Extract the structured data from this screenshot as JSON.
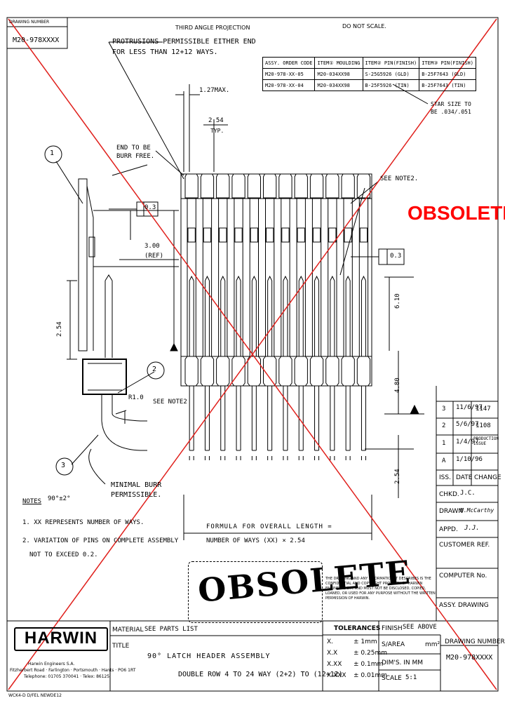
{
  "header": {
    "drawing_number_label": "DRAWING NUMBER",
    "drawing_number_value": "M20-978XXXX",
    "projection": "THIRD ANGLE PROJECTION",
    "do_not_scale": "DO NOT SCALE."
  },
  "callouts": {
    "protrusions": "PROTRUSIONS PERMISSIBLE EITHER END\nFOR LESS THAN 12+12 WAYS.",
    "end_burr_free": "END TO BE\nBURR FREE.",
    "see_note2_top": "SEE NOTE2.",
    "see_note2_side": "SEE NOTE2",
    "minimal_burr": "MINIMAL BURR\nPERMISSIBLE.",
    "star_size": "STAR SIZE TO\nBE .034/.051"
  },
  "dims": {
    "d127": "1.27MAX.",
    "d254_typ": "2.54",
    "typ": "TYP.",
    "d03a": "0.3",
    "d03b": "0.3",
    "d300": "3.00",
    "ref": "(REF)",
    "d110": "6.10",
    "d480": "4.80",
    "d254_side": "2.54",
    "d254_left": "2.54",
    "r10": "R1.0",
    "angle": "90°±2°",
    "formula_1": "FORMULA FOR OVERALL LENGTH =",
    "formula_2": "NUMBER OF WAYS (XX) × 2.54"
  },
  "item_balloons": [
    "1",
    "2",
    "3"
  ],
  "assy_table": {
    "headers": [
      "ASSY. ORDER CODE",
      "ITEM① MOULDING",
      "ITEM② PIN(FINISH)",
      "ITEM③ PIN(FINISH)"
    ],
    "rows": [
      [
        "M20-978-XX-05",
        "M20-034XX98",
        "S-25G5926 (GLD)",
        "B-25F7643 (GLD)"
      ],
      [
        "M20-978-XX-04",
        "M20-034XX98",
        "B-25F5926 (TIN)",
        "B-25F7643 (TIN)"
      ]
    ]
  },
  "notes": {
    "title": "NOTES",
    "n1": "1. XX REPRESENTS NUMBER OF WAYS.",
    "n2a": "2. VARIATION OF PINS ON COMPLETE ASSEMBLY",
    "n2b": "NOT TO EXCEED 0.2."
  },
  "obsolete_red": "OBSOLETE",
  "obsolete_stamp": "OBSOLETE",
  "revisions": [
    {
      "iss": "3",
      "date": "11/6/97",
      "change": "1147"
    },
    {
      "iss": "2",
      "date": "5/6/97",
      "change": "1108"
    },
    {
      "iss": "1",
      "date": "1/4/97",
      "change": "PRODUCTION ISSUE"
    },
    {
      "iss": "A",
      "date": "1/10/96",
      "change": ""
    }
  ],
  "rev_headers": {
    "iss": "ISS.",
    "date": "DATE",
    "change": "CHANGE"
  },
  "sign": {
    "chkd_label": "CHKD.",
    "chkd_value": "J.C.",
    "drawn_label": "DRAWN",
    "drawn_value": "M.McCarthy",
    "appd_label": "APPD.",
    "appd_value": "J.J.",
    "customer_ref": "CUSTOMER REF.",
    "computer_no": "COMPUTER No.",
    "assy_drawing": "ASSY. DRAWING"
  },
  "copyright": "THE DRAWING AND ANY INFORMATION IT DESCRIBES IS THE CONFIDENTIAL AND COPYRIGHT PROPERTY OF HARWIN ENGINEERS S.A. AND MUST NOT BE DISCLOSED, COPIED, LOANED, OR USED FOR ANY PURPOSE WITHOUT THE WRITTEN PERMISSION OF HARWIN.",
  "title_block": {
    "logo": "HARWIN",
    "company": "Harwin Engineers S.A.",
    "address": "Fitzherbert Road · Farlington · Portsmouth · Hants · PO6 1RT",
    "phone": "Telephone: 01705 370041 · Telex: 86125",
    "material_label": "MATERIAL",
    "material_value": "SEE PARTS LIST",
    "title_label": "TITLE",
    "title_1": "90° LATCH HEADER ASSEMBLY",
    "title_2": "DOUBLE ROW 4 TO 24 WAY (2+2) TO (12+12)",
    "finish_label": "FINISH",
    "finish_value": "SEE ABOVE",
    "sarea_label": "S/AREA",
    "sarea_unit": "mm²",
    "dims_label": "DIM'S. IN MM",
    "scale_label": "SCALE",
    "scale_value": "5:1",
    "drawing_number_label": "DRAWING NUMBER",
    "drawing_number_value": "M20-978XXXX",
    "tolerances_label": "TOLERANCES",
    "tolerances": [
      {
        "k": "X.",
        "v": "± 1mm"
      },
      {
        "k": "X.X",
        "v": "± 0.25mm"
      },
      {
        "k": "X.XX",
        "v": "± 0.1mm"
      },
      {
        "k": "X.XXX",
        "v": "± 0.01mm"
      }
    ]
  },
  "footer": "WCK4-D D/FEL NEWDE12",
  "colors": {
    "ink": "#000000",
    "obsolete": "#ff0000",
    "cross": "#e0201c"
  }
}
